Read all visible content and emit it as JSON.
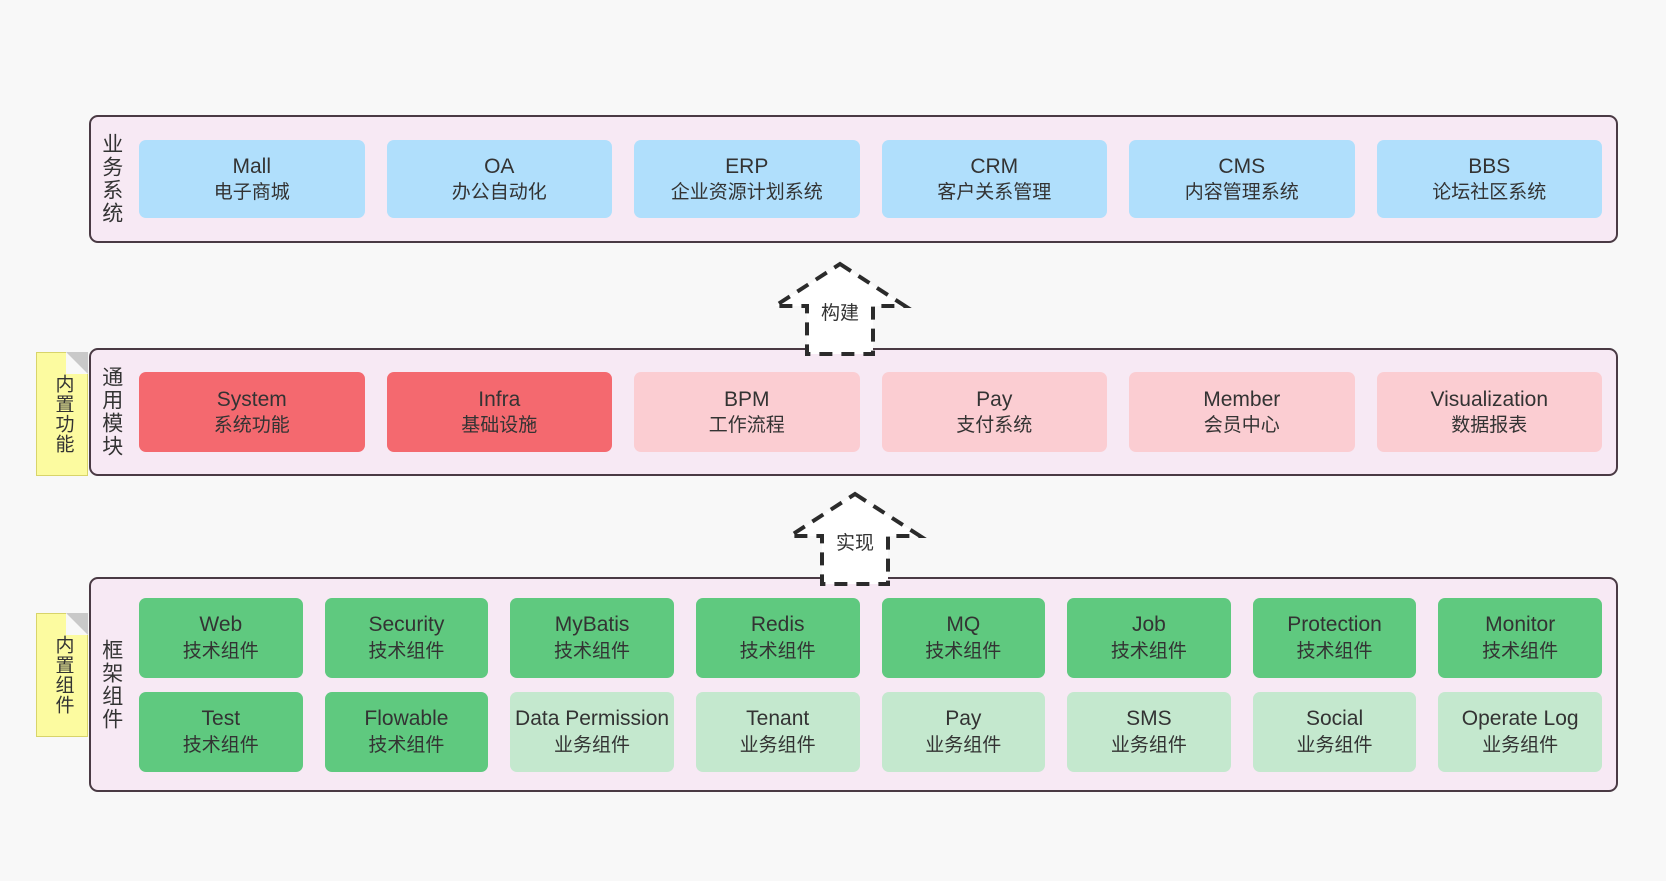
{
  "diagram": {
    "background": "#f8f8f8",
    "band_background": "#f7e9f4",
    "band_border": "#4a3a44",
    "note_background": "#fcfba0"
  },
  "bands": [
    {
      "id": "business",
      "label": "业务系统",
      "rows": [
        [
          {
            "title": "Mall",
            "subtitle": "电子商城",
            "color": "#b0dffc"
          },
          {
            "title": "OA",
            "subtitle": "办公自动化",
            "color": "#b0dffc"
          },
          {
            "title": "ERP",
            "subtitle": "企业资源计划系统",
            "color": "#b0dffc"
          },
          {
            "title": "CRM",
            "subtitle": "客户关系管理",
            "color": "#b0dffc"
          },
          {
            "title": "CMS",
            "subtitle": "内容管理系统",
            "color": "#b0dffc"
          },
          {
            "title": "BBS",
            "subtitle": "论坛社区系统",
            "color": "#b0dffc"
          }
        ]
      ]
    },
    {
      "id": "common",
      "label": "通用模块",
      "note": "内置功能",
      "rows": [
        [
          {
            "title": "System",
            "subtitle": "系统功能",
            "color": "#f4696f"
          },
          {
            "title": "Infra",
            "subtitle": "基础设施",
            "color": "#f4696f"
          },
          {
            "title": "BPM",
            "subtitle": "工作流程",
            "color": "#fbcdd2"
          },
          {
            "title": "Pay",
            "subtitle": "支付系统",
            "color": "#fbcdd2"
          },
          {
            "title": "Member",
            "subtitle": "会员中心",
            "color": "#fbcdd2"
          },
          {
            "title": "Visualization",
            "subtitle": "数据报表",
            "color": "#fbcdd2"
          }
        ]
      ]
    },
    {
      "id": "framework",
      "label": "框架组件",
      "note": "内置组件",
      "rows": [
        [
          {
            "title": "Web",
            "subtitle": "技术组件",
            "color": "#5fc97f"
          },
          {
            "title": "Security",
            "subtitle": "技术组件",
            "color": "#5fc97f"
          },
          {
            "title": "MyBatis",
            "subtitle": "技术组件",
            "color": "#5fc97f"
          },
          {
            "title": "Redis",
            "subtitle": "技术组件",
            "color": "#5fc97f"
          },
          {
            "title": "MQ",
            "subtitle": "技术组件",
            "color": "#5fc97f"
          },
          {
            "title": "Job",
            "subtitle": "技术组件",
            "color": "#5fc97f"
          },
          {
            "title": "Protection",
            "subtitle": "技术组件",
            "color": "#5fc97f"
          },
          {
            "title": "Monitor",
            "subtitle": "技术组件",
            "color": "#5fc97f"
          }
        ],
        [
          {
            "title": "Test",
            "subtitle": "技术组件",
            "color": "#5fc97f"
          },
          {
            "title": "Flowable",
            "subtitle": "技术组件",
            "color": "#5fc97f"
          },
          {
            "title": "Data Permission",
            "subtitle": "业务组件",
            "color": "#c4e8ce"
          },
          {
            "title": "Tenant",
            "subtitle": "业务组件",
            "color": "#c4e8ce"
          },
          {
            "title": "Pay",
            "subtitle": "业务组件",
            "color": "#c4e8ce"
          },
          {
            "title": "SMS",
            "subtitle": "业务组件",
            "color": "#c4e8ce"
          },
          {
            "title": "Social",
            "subtitle": "业务组件",
            "color": "#c4e8ce"
          },
          {
            "title": "Operate Log",
            "subtitle": "业务组件",
            "color": "#c4e8ce"
          }
        ]
      ]
    }
  ],
  "arrows": [
    {
      "id": "build",
      "label": "构建",
      "direction": "up",
      "style": "dashed-hollow"
    },
    {
      "id": "implement",
      "label": "实现",
      "direction": "up",
      "style": "dashed-hollow"
    }
  ]
}
